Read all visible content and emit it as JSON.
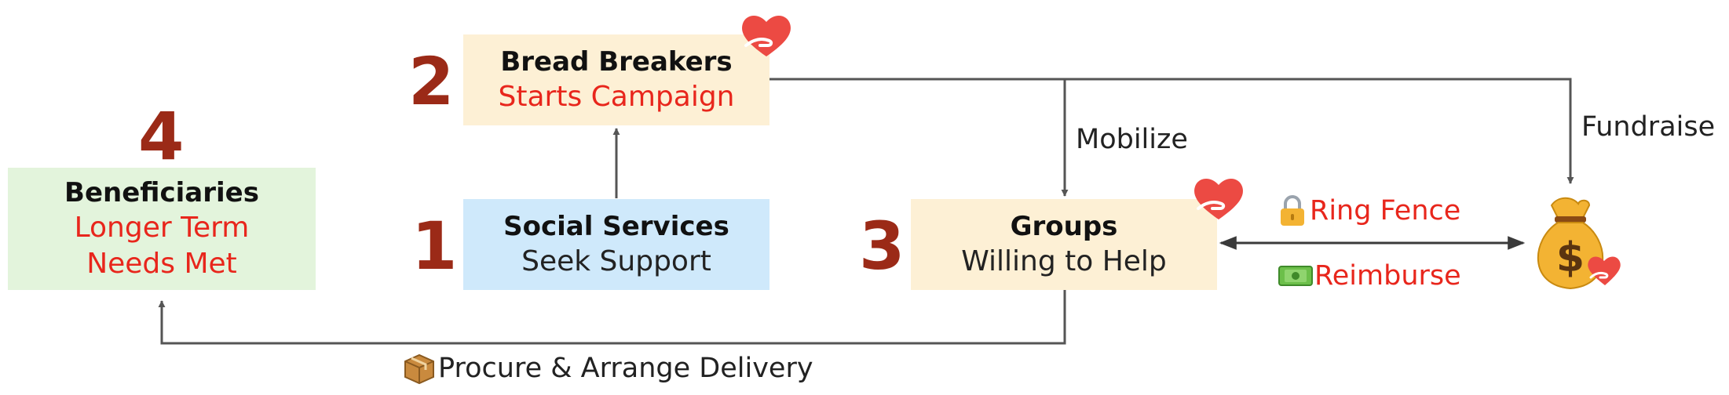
{
  "nodes": {
    "beneficiaries": {
      "number": "4",
      "title": "Beneficiaries",
      "line1": "Longer Term",
      "line2": "Needs Met"
    },
    "bread_breakers": {
      "number": "2",
      "title": "Bread Breakers",
      "subtitle": "Starts Campaign"
    },
    "social_services": {
      "number": "1",
      "title": "Social Services",
      "subtitle": "Seek Support"
    },
    "groups": {
      "number": "3",
      "title": "Groups",
      "subtitle": "Willing to Help"
    }
  },
  "edges": {
    "mobilize": "Mobilize",
    "fundraise": "Fundraise",
    "ring_fence": "Ring Fence",
    "reimburse": "Reimburse",
    "procure": "Procure & Arrange Delivery"
  },
  "icons": {
    "lock": "lock-icon",
    "money": "banknote-icon",
    "package": "package-icon",
    "heart_hand": "heart-hand-icon",
    "money_bag": "money-bag-icon"
  },
  "colors": {
    "green_box": "#e3f4dc",
    "yellow_box": "#fdf0d5",
    "blue_box": "#cfe9fb",
    "number": "#9b2a17",
    "accent_red": "#e8261c",
    "arrow": "#555555"
  }
}
